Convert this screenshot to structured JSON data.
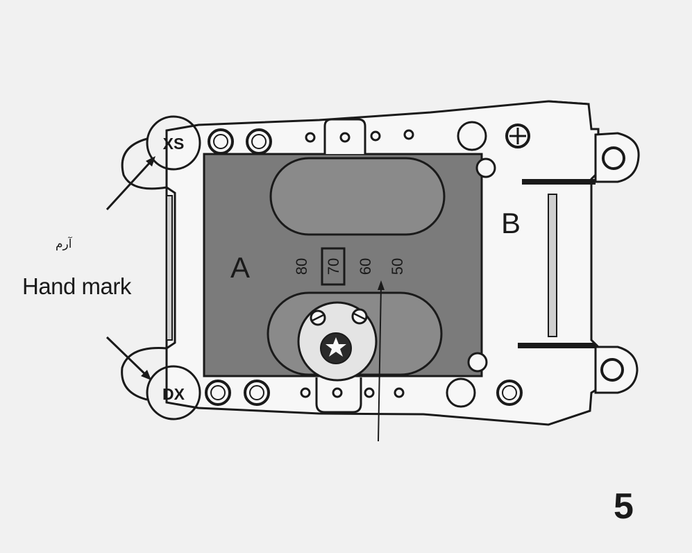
{
  "diagram": {
    "labels": {
      "xs": "XS",
      "dx": "DX",
      "a": "A",
      "b": "B",
      "hand_mark_farsi": "آرم",
      "hand_mark": "Hand mark",
      "page_number": "5"
    },
    "scale": {
      "ticks": [
        "80",
        "70",
        "60",
        "50"
      ],
      "selected": "70"
    }
  },
  "colors": {
    "background": "#f1f1f1",
    "plate": "#f7f7f7",
    "dark_panel": "#7b7b7b",
    "slot": "#8a8a8a",
    "ink": "#1a1a1a"
  }
}
